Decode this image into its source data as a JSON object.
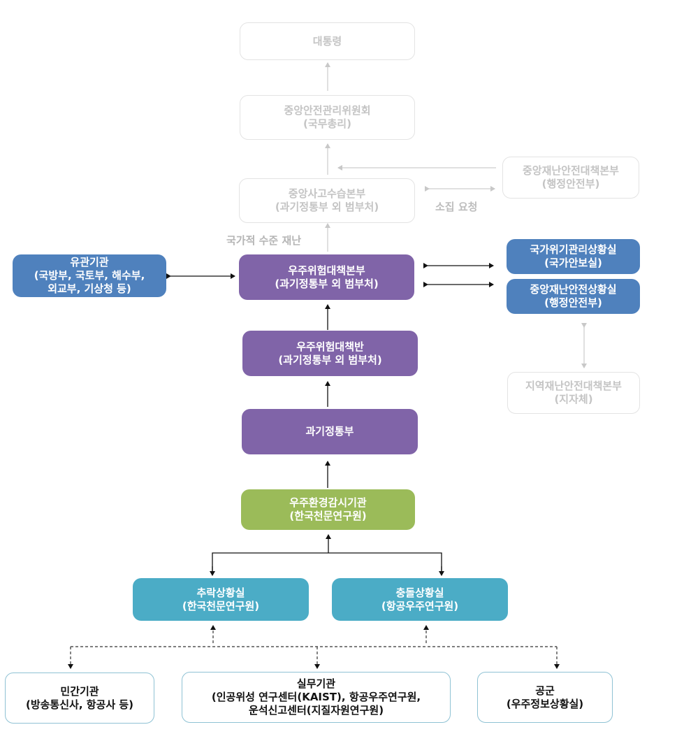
{
  "diagram": {
    "colors": {
      "faded_text": "#c4c4c4",
      "faded_border": "#e3e3e3",
      "purple": "#8064a8",
      "blue": "#4f81bd",
      "green": "#9bbb59",
      "teal": "#4bacc6",
      "outline_border": "#8fc2d4"
    },
    "nodes": {
      "president": {
        "line1": "대통령",
        "line2": ""
      },
      "central_safety_committee": {
        "line1": "중앙안전관리위원회",
        "line2": "(국무총리)"
      },
      "central_disaster_hq": {
        "line1": "중앙재난안전대책본부",
        "line2": "(행정안전부)"
      },
      "central_accident_hq": {
        "line1": "중앙사고수습본부",
        "line2": "(과기정통부 외 범부처)"
      },
      "related_agencies": {
        "line1": "유관기관",
        "line2": "(국방부, 국토부, 해수부,",
        "line3": "외교부, 기상청 등)"
      },
      "space_risk_hq": {
        "line1": "우주위험대책본부",
        "line2": "(과기정통부 외 범부처)"
      },
      "national_crisis_room": {
        "line1": "국가위기관리상황실",
        "line2": "(국가안보실)"
      },
      "central_disaster_room": {
        "line1": "중앙재난안전상황실",
        "line2": "(행정안전부)"
      },
      "local_disaster_hq": {
        "line1": "지역재난안전대책본부",
        "line2": "(지자체)"
      },
      "space_risk_team": {
        "line1": "우주위험대책반",
        "line2": "(과기정통부 외 범부처)"
      },
      "msit": {
        "line1": "과기정통부"
      },
      "space_monitoring": {
        "line1": "우주환경감시기관",
        "line2": "(한국천문연구원)"
      },
      "fall_room": {
        "line1": "추락상황실",
        "line2": "(한국천문연구원)"
      },
      "collision_room": {
        "line1": "충돌상황실",
        "line2": "(항공우주연구원)"
      },
      "private_agencies": {
        "line1": "민간기관",
        "line2": "(방송통신사, 항공사 등)"
      },
      "working_agencies": {
        "line1": "실무기관",
        "line2": "(인공위성 연구센터(KAIST), 항공우주연구원,",
        "line3": "운석신고센터(지질자원연구원)"
      },
      "air_force": {
        "line1": "공군",
        "line2": "(우주정보상황실)"
      }
    },
    "labels": {
      "convene_request": "소집 요청",
      "national_level_disaster": "국가적 수준 재난"
    }
  }
}
